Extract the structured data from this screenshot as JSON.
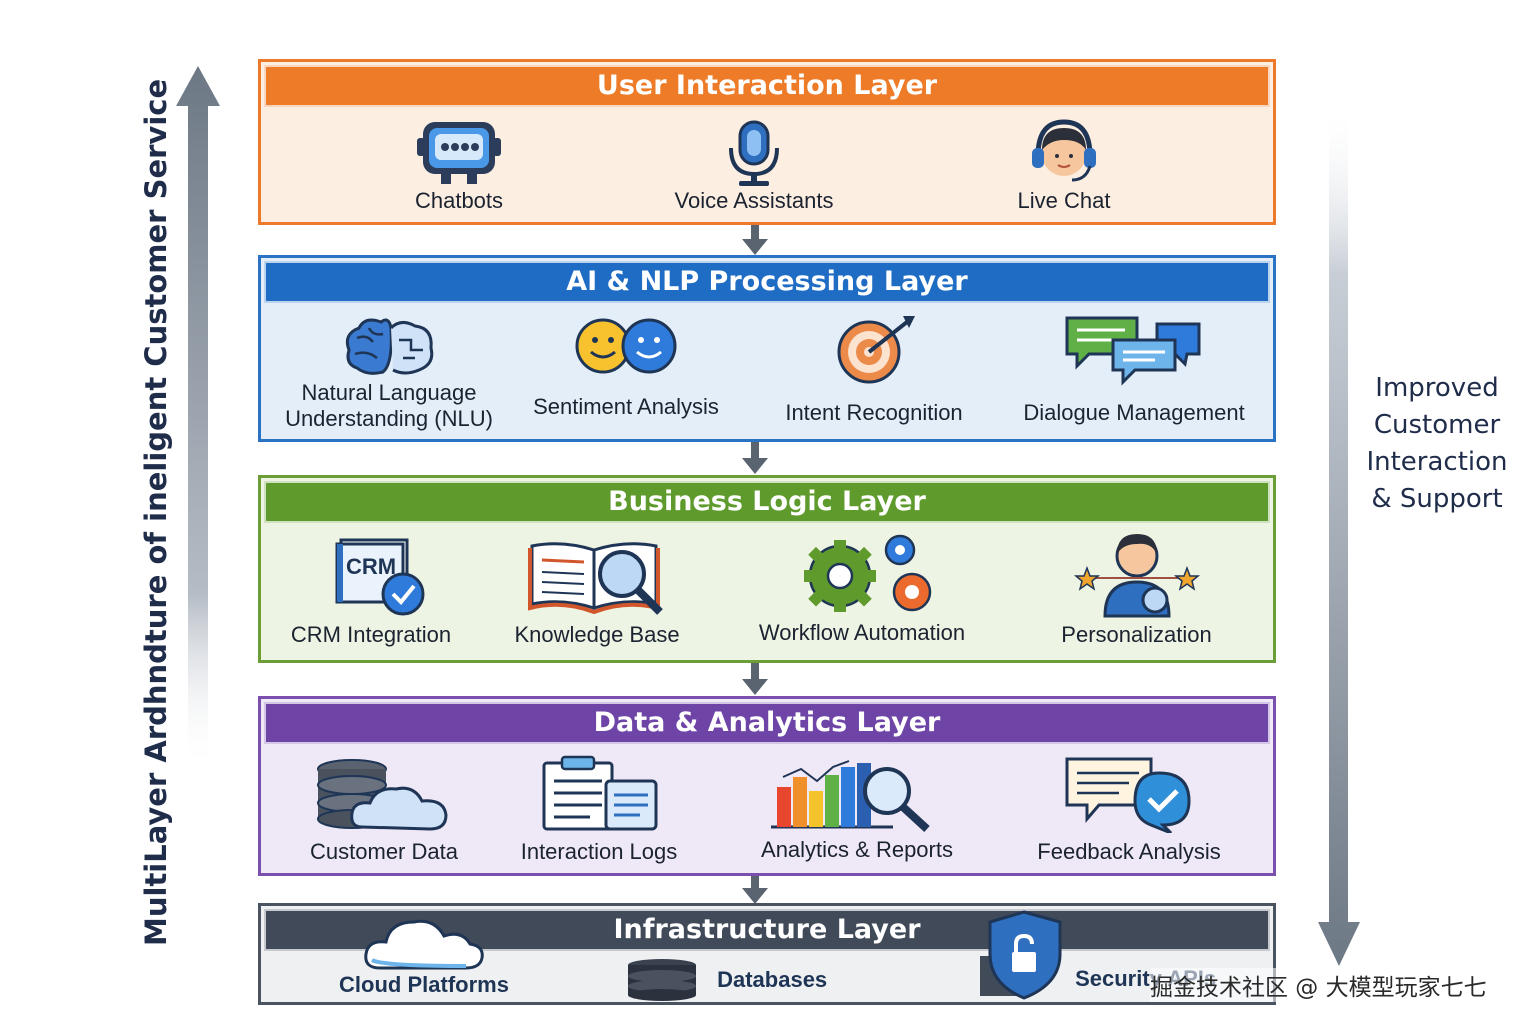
{
  "side_labels": {
    "left": "MultiLayer Ardhndture of ineligent Customer Service",
    "right_lines": [
      "Improved",
      "Customer",
      "Interaction",
      "& Support"
    ]
  },
  "layers": [
    {
      "title": "User Interaction Layer",
      "color": "#ee7b27",
      "items": [
        {
          "label": "Chatbots",
          "icon": "chatbot-icon"
        },
        {
          "label": "Voice Assistants",
          "icon": "microphone-icon"
        },
        {
          "label": "Live Chat",
          "icon": "headset-agent-icon"
        }
      ]
    },
    {
      "title": "AI & NLP Processing Layer",
      "color": "#1f6cc4",
      "items": [
        {
          "label": "Natural Language",
          "label2": "Understanding (NLU)",
          "icon": "brain-icon"
        },
        {
          "label": "Sentiment Analysis",
          "icon": "smiley-faces-icon"
        },
        {
          "label": "Intent Recognition",
          "icon": "target-icon"
        },
        {
          "label": "Dialogue Management",
          "icon": "speech-bubbles-icon"
        }
      ]
    },
    {
      "title": "Business Logic Layer",
      "color": "#5f9a2c",
      "items": [
        {
          "label": "CRM Integration",
          "icon": "crm-check-icon",
          "icon_text": "CRM"
        },
        {
          "label": "Knowledge Base",
          "icon": "book-magnifier-icon"
        },
        {
          "label": "Workflow Automation",
          "icon": "gears-icon"
        },
        {
          "label": "Personalization",
          "icon": "person-stars-icon"
        }
      ]
    },
    {
      "title": "Data & Analytics Layer",
      "color": "#6e45a7",
      "items": [
        {
          "label": "Customer Data",
          "icon": "database-cloud-icon"
        },
        {
          "label": "Interaction Logs",
          "icon": "clipboard-icon"
        },
        {
          "label": "Analytics & Reports",
          "icon": "bar-chart-magnifier-icon"
        },
        {
          "label": "Feedback Analysis",
          "icon": "feedback-check-icon"
        }
      ]
    },
    {
      "title": "Infrastructure Layer",
      "color": "#404a58",
      "items": [
        {
          "label": "Cloud Platforms",
          "icon": "cloud-icon"
        },
        {
          "label": "Databases",
          "icon": "database-icon"
        },
        {
          "label": "Security APIs",
          "icon": "shield-lock-icon"
        }
      ]
    }
  ],
  "watermark": "掘金技术社区 @ 大模型玩家七七"
}
